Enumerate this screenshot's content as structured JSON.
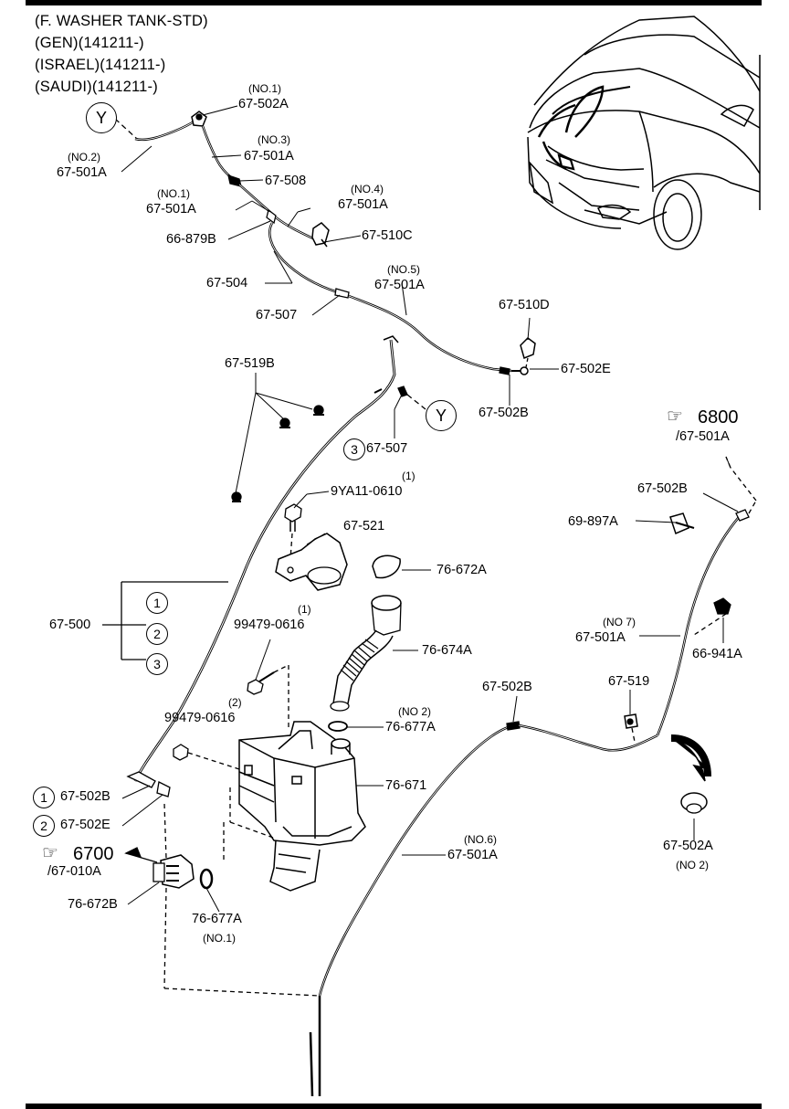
{
  "header": {
    "lines": [
      "(F. WASHER TANK-STD)",
      "(GEN)(141211-)",
      "(ISRAEL)(141211-)",
      "(SAUDI)(141211-)"
    ]
  },
  "marks": {
    "y": "Y",
    "c1": "1",
    "c2": "2",
    "c3": "3"
  },
  "refs": {
    "r6800": "6800",
    "r6800_sub": "/67-501A",
    "r6700": "6700",
    "r6700_sub": "/67-010A"
  },
  "labels": {
    "no1_a": "(NO.1)",
    "p67502A_top": "67-502A",
    "no2_a": "(NO.2)",
    "p67501A_no2": "67-501A",
    "no3": "(NO.3)",
    "p67501A_no3": "67-501A",
    "p67508": "67-508",
    "no1_b": "(NO.1)",
    "p67501A_no1": "67-501A",
    "no4": "(NO.4)",
    "p67501A_no4": "67-501A",
    "p66879B": "66-879B",
    "p67510C": "67-510C",
    "p67504": "67-504",
    "no5": "(NO.5)",
    "p67501A_no5": "67-501A",
    "p67507_top": "67-507",
    "p67510D": "67-510D",
    "p67502E_top": "67-502E",
    "p67502B_top": "67-502B",
    "p67519B": "67-519B",
    "p67507_mid": "67-507",
    "p9YA11_q": "(1)",
    "p9YA11": "9YA11-0610",
    "p67521": "67-521",
    "p76672A": "76-672A",
    "p67502B_right": "67-502B",
    "p69897A": "69-897A",
    "p67500": "67-500",
    "p99479_1q": "(1)",
    "p99479_1": "99479-0616",
    "p76674A": "76-674A",
    "no7": "(NO 7)",
    "p67501A_no7": "67-501A",
    "p66941A": "66-941A",
    "p99479_2q": "(2)",
    "p99479_2": "99479-0616",
    "no2_b": "(NO 2)",
    "p76677A_top": "76-677A",
    "p67502B_mid": "67-502B",
    "p67519": "67-519",
    "p76671": "76-671",
    "p67502B_bot": "67-502B",
    "p67502E_bot": "67-502E",
    "no6": "(NO.6)",
    "p67501A_no6": "67-501A",
    "p67502A_bot": "67-502A",
    "no2_c": "(NO 2)",
    "p76672B": "76-672B",
    "p76677A_bot": "76-677A",
    "no1_c": "(NO.1)"
  }
}
